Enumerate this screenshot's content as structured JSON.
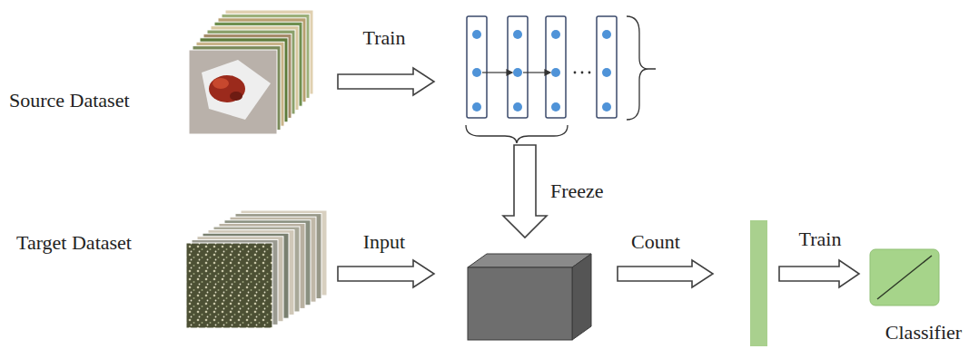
{
  "diagram": {
    "nodes": [
      {
        "text": [
          "Source Dataset"
        ]
      },
      {
        "text": [
          "Target Dataset"
        ]
      },
      {
        "text": [
          "Classifier"
        ]
      }
    ],
    "labels": [
      "Train",
      "Freeze",
      "Input",
      "Count",
      "Train"
    ]
  }
}
